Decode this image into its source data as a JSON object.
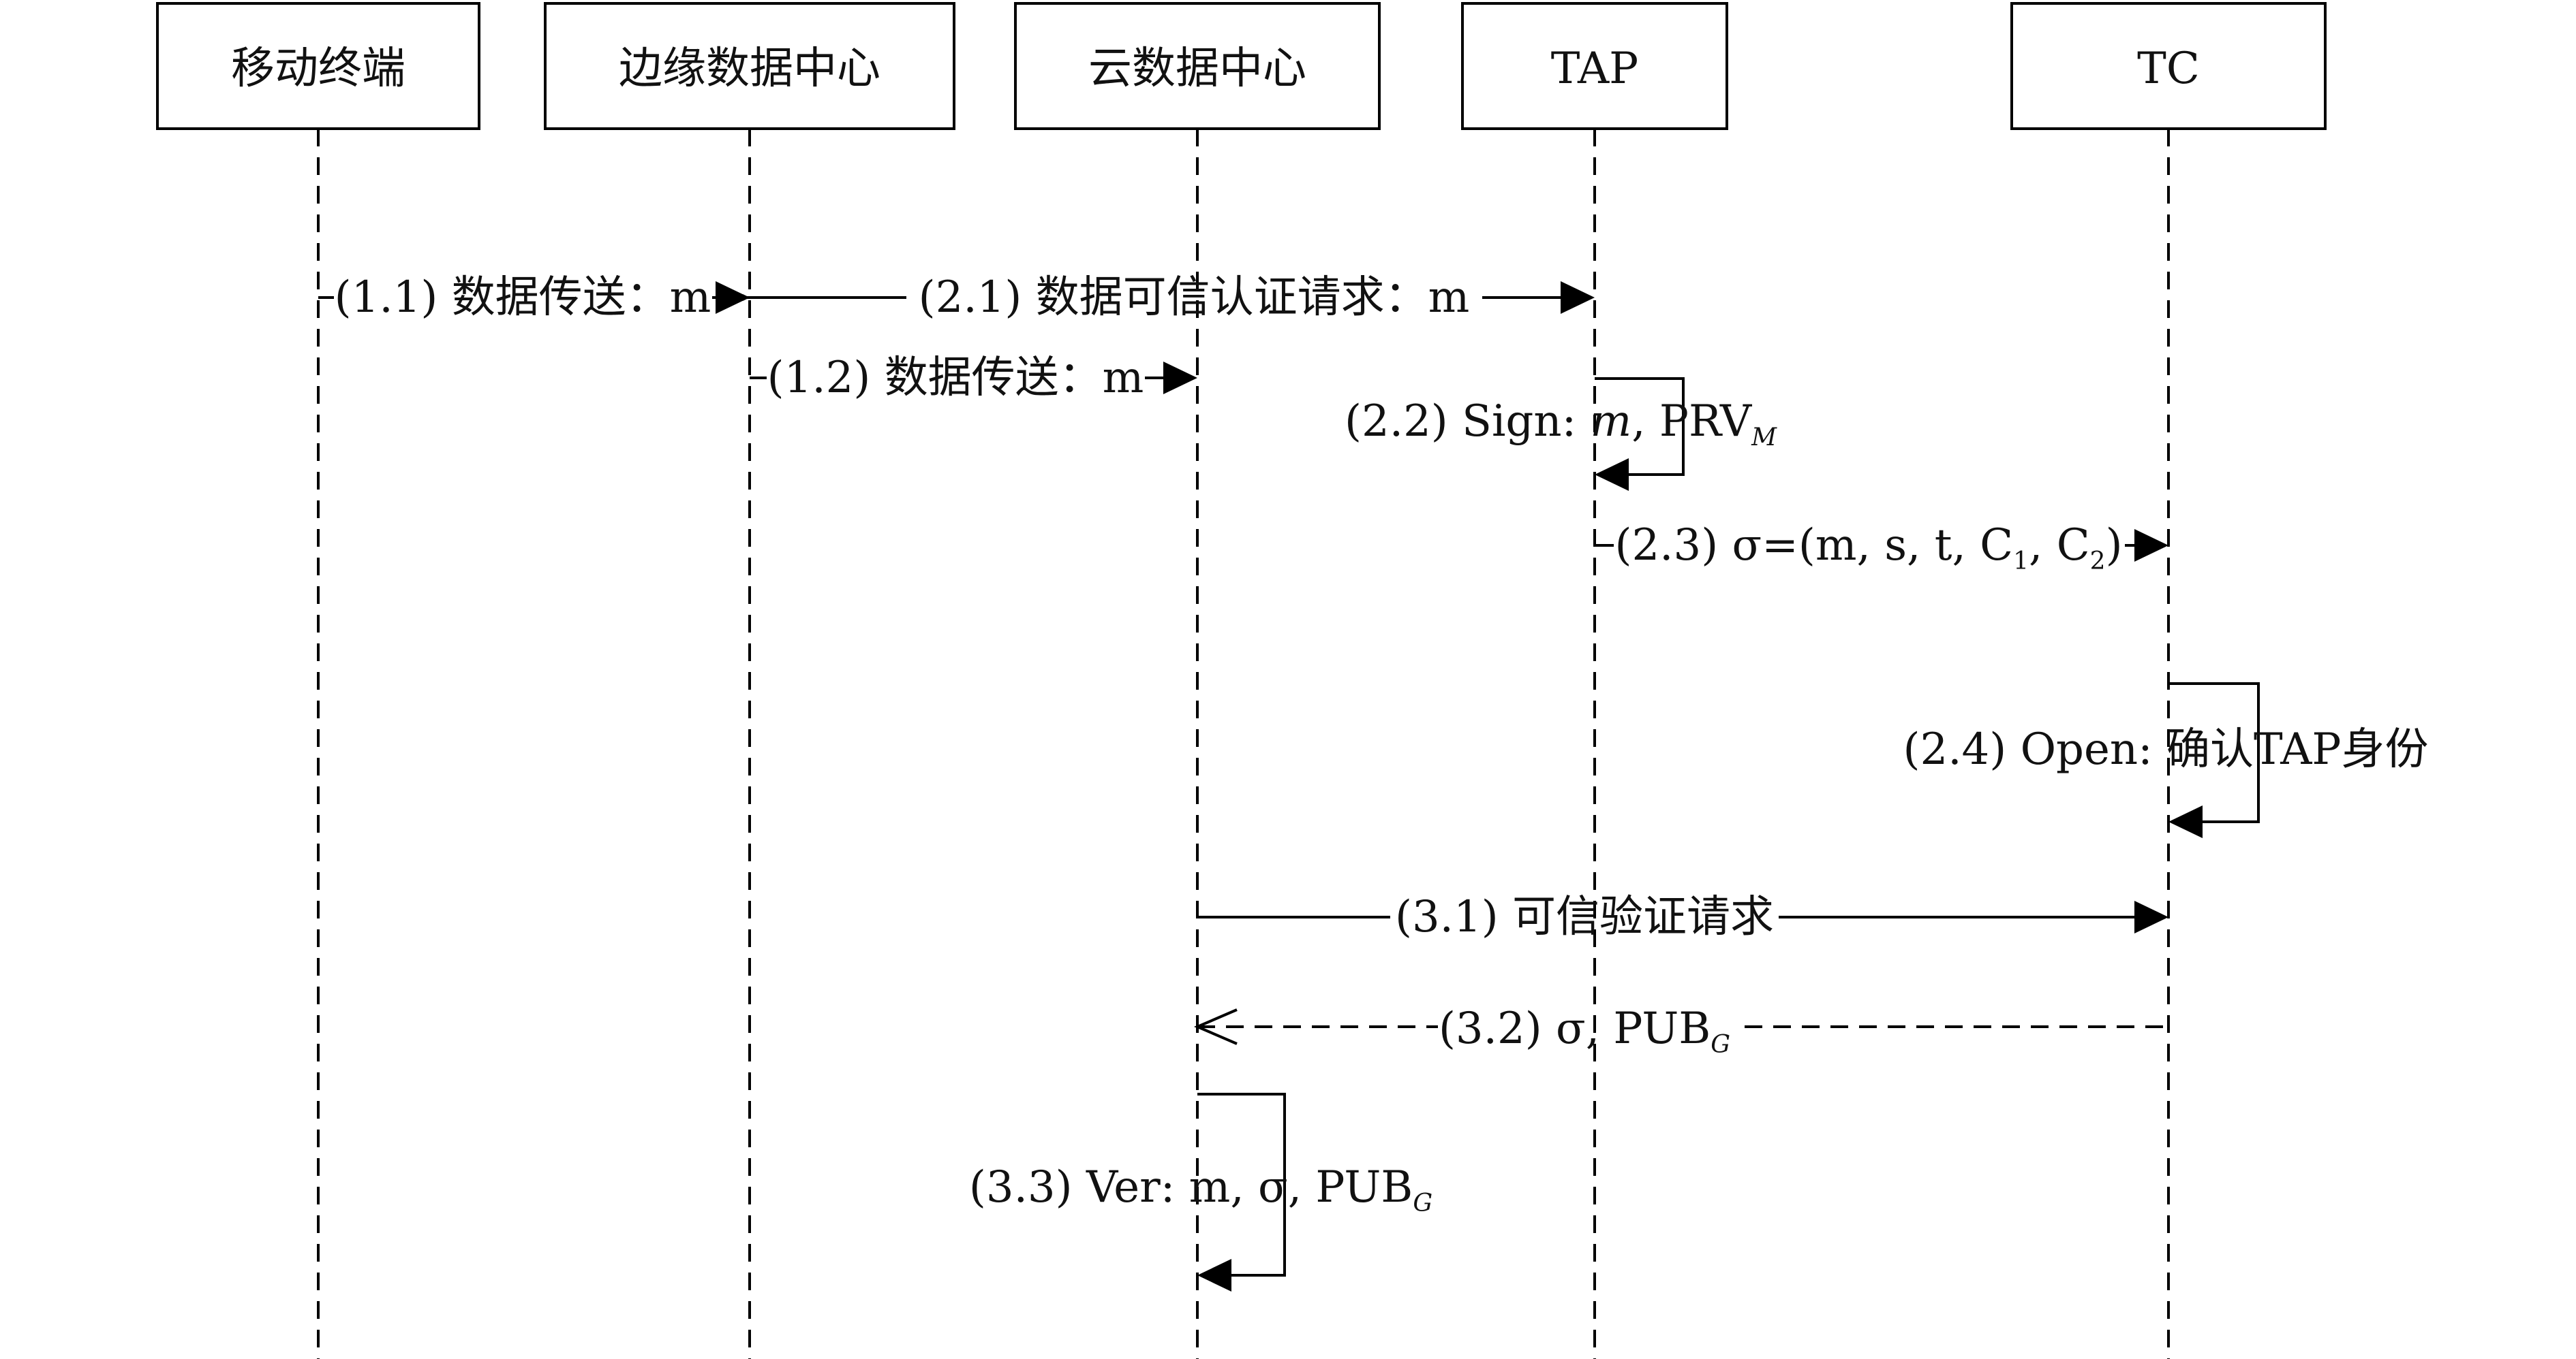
{
  "participants": [
    {
      "id": "mobile",
      "name": "移动终端"
    },
    {
      "id": "edge",
      "name": "边缘数据中心"
    },
    {
      "id": "cloud",
      "name": "云数据中心"
    },
    {
      "id": "tap",
      "name": "TAP"
    },
    {
      "id": "tc",
      "name": "TC"
    }
  ],
  "messages": [
    {
      "id": "m11",
      "from": "mobile",
      "to": "edge",
      "style": "solid",
      "label": "(1.1) 数据传送：m"
    },
    {
      "id": "m21",
      "from": "edge",
      "to": "tap",
      "style": "solid",
      "label": "(2.1) 数据可信认证请求：m"
    },
    {
      "id": "m12",
      "from": "edge",
      "to": "cloud",
      "style": "solid",
      "label": "(1.2) 数据传送：m"
    },
    {
      "id": "m22",
      "from": "tap",
      "to": "tap",
      "style": "self",
      "label_prefix": "(2.2) Sign: ",
      "label_m": "m",
      "label_rest": ", PRV",
      "label_sub": "M"
    },
    {
      "id": "m23",
      "from": "tap",
      "to": "tc",
      "style": "solid",
      "label": "(2.3) σ=(m, s, t, C",
      "sub1": "1",
      "mid": ", C",
      "sub2": "2",
      "end": ")"
    },
    {
      "id": "m24",
      "from": "tc",
      "to": "tc",
      "style": "self",
      "label": "(2.4) Open: 确认TAP身份"
    },
    {
      "id": "m31",
      "from": "cloud",
      "to": "tc",
      "style": "solid",
      "label": "(3.1) 可信验证请求"
    },
    {
      "id": "m32",
      "from": "tc",
      "to": "cloud",
      "style": "dashed",
      "label_prefix": "(3.2) σ, PUB",
      "label_sub": "G"
    },
    {
      "id": "m33",
      "from": "cloud",
      "to": "cloud",
      "style": "self",
      "label_prefix": "(3.3) Ver: m, σ, PUB",
      "label_sub": "G"
    }
  ]
}
